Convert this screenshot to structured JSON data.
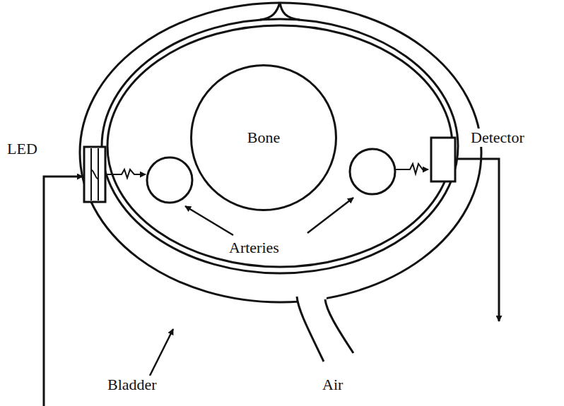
{
  "diagram": {
    "nodes": [
      {
        "text": [
          "Bone"
        ]
      }
    ],
    "labels": [
      "LED",
      "Detector",
      "Arteries",
      "Bladder",
      "Air"
    ]
  }
}
